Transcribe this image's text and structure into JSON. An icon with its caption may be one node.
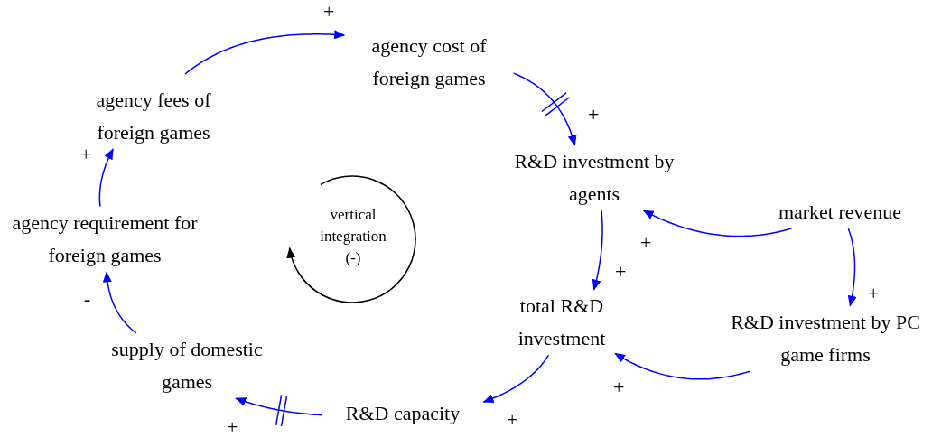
{
  "diagram": {
    "nodes": [
      {
        "text": [
          "agency cost of foreign games"
        ]
      },
      {
        "text": [
          "agency fees of foreign games"
        ]
      },
      {
        "text": [
          "R&D investment by agents"
        ]
      },
      {
        "text": [
          "market revenue"
        ]
      },
      {
        "text": [
          "agency requirement for foreign games"
        ]
      },
      {
        "text": [
          "total R&D investment"
        ]
      },
      {
        "text": [
          "R&D investment by PC game firms"
        ]
      },
      {
        "text": [
          "supply of domestic games"
        ]
      },
      {
        "text": [
          "R&D capacity"
        ]
      },
      {
        "text": [
          "vertical integration (-)"
        ]
      }
    ],
    "edges": [
      {
        "from": 1,
        "to": 0,
        "arrow": "to",
        "label": "+"
      },
      {
        "from": 0,
        "to": 2,
        "arrow": "to",
        "label": "+"
      },
      {
        "from": 3,
        "to": 2,
        "arrow": "to",
        "label": "+"
      },
      {
        "from": 3,
        "to": 6,
        "arrow": "to",
        "label": "+"
      },
      {
        "from": 2,
        "to": 5,
        "arrow": "to",
        "label": "+"
      },
      {
        "from": 6,
        "to": 5,
        "arrow": "to",
        "label": "+"
      },
      {
        "from": 5,
        "to": 8,
        "arrow": "to",
        "label": "+"
      },
      {
        "from": 8,
        "to": 7,
        "arrow": "to",
        "label": "+"
      },
      {
        "from": 7,
        "to": 4,
        "arrow": "to",
        "label": "-"
      },
      {
        "from": 4,
        "to": 1,
        "arrow": "to",
        "label": "+"
      }
    ]
  }
}
